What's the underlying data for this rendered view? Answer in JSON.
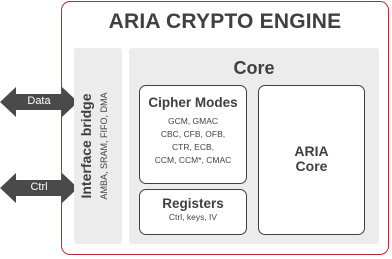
{
  "title": "ARIA CRYPTO ENGINE",
  "arrows": [
    {
      "label": "Data"
    },
    {
      "label": "Ctrl"
    }
  ],
  "interface_bridge": {
    "title": "Interface bridge",
    "subtitle": "AMBA, SRAM, FIFO, DMA"
  },
  "core": {
    "title": "Core",
    "cipher_modes": {
      "title": "Cipher Modes",
      "lines": [
        "GCM, GMAC",
        "CBC, CFB, OFB,",
        "CTR, ECB,",
        "CCM, CCM*, CMAC"
      ]
    },
    "registers": {
      "title": "Registers",
      "subtitle": "Ctrl, keys, IV"
    },
    "aria_core": {
      "line1": "ARIA",
      "line2": "Core"
    }
  },
  "colors": {
    "border_accent": "#c0273a",
    "arrow_fill": "#4a4a4a",
    "panel_fill": "#ececec",
    "text_dark": "#404040"
  }
}
